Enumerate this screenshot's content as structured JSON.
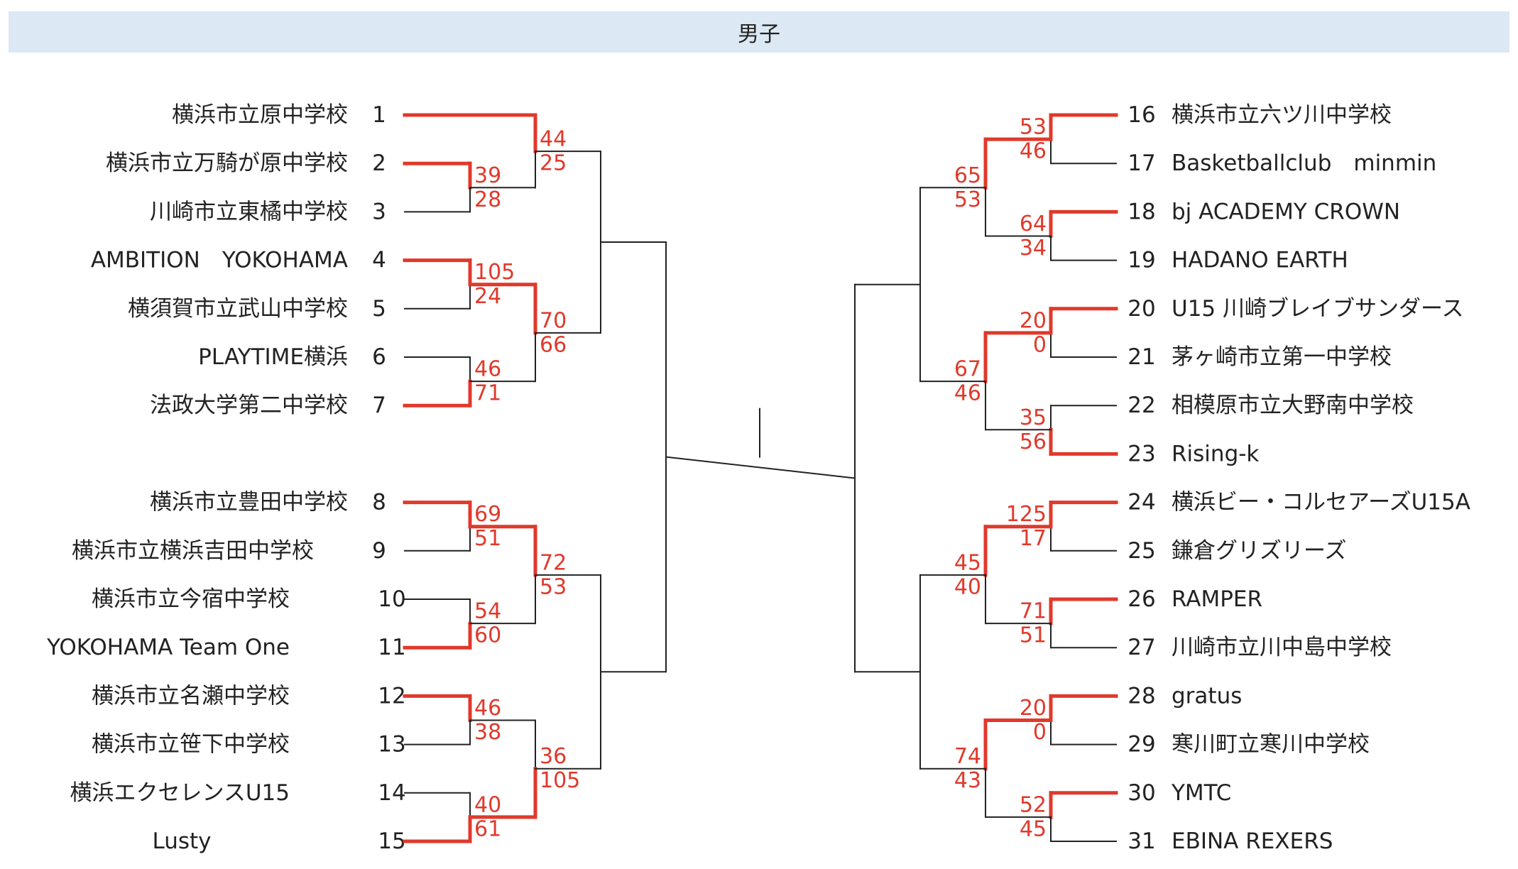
{
  "title": "男子",
  "colors": {
    "win": "#e0392b",
    "loss": "#222222",
    "header_bg": "#dce9f5"
  },
  "left": {
    "teams": [
      {
        "seed": "1",
        "name": "横浜市立原中学校"
      },
      {
        "seed": "2",
        "name": "横浜市立万騎が原中学校"
      },
      {
        "seed": "3",
        "name": "川崎市立東橘中学校"
      },
      {
        "seed": "4",
        "name": "AMBITION　YOKOHAMA"
      },
      {
        "seed": "5",
        "name": "横須賀市立武山中学校"
      },
      {
        "seed": "6",
        "name": "PLAYTIME横浜"
      },
      {
        "seed": "7",
        "name": "法政大学第二中学校"
      },
      {
        "seed": "8",
        "name": "横浜市立豊田中学校"
      },
      {
        "seed": "9",
        "name": "横浜市立横浜吉田中学校"
      },
      {
        "seed": "10",
        "name": "横浜市立今宿中学校"
      },
      {
        "seed": "11",
        "name": "YOKOHAMA Team One"
      },
      {
        "seed": "12",
        "name": "横浜市立名瀬中学校"
      },
      {
        "seed": "13",
        "name": "横浜市立笹下中学校"
      },
      {
        "seed": "14",
        "name": "横浜エクセレンスU15"
      },
      {
        "seed": "15",
        "name": "Lusty"
      }
    ]
  },
  "right": {
    "teams": [
      {
        "seed": "16",
        "name": "横浜市立六ツ川中学校"
      },
      {
        "seed": "17",
        "name": "Basketballclub　minmin"
      },
      {
        "seed": "18",
        "name": "bj ACADEMY CROWN"
      },
      {
        "seed": "19",
        "name": "HADANO EARTH"
      },
      {
        "seed": "20",
        "name": "U15 川崎ブレイブサンダース"
      },
      {
        "seed": "21",
        "name": "茅ヶ崎市立第一中学校"
      },
      {
        "seed": "22",
        "name": "相模原市立大野南中学校"
      },
      {
        "seed": "23",
        "name": "Rising-k"
      },
      {
        "seed": "24",
        "name": "横浜ビー・コルセアーズU15A"
      },
      {
        "seed": "25",
        "name": "鎌倉グリズリーズ"
      },
      {
        "seed": "26",
        "name": "RAMPER"
      },
      {
        "seed": "27",
        "name": "川崎市立川中島中学校"
      },
      {
        "seed": "28",
        "name": "gratus"
      },
      {
        "seed": "29",
        "name": "寒川町立寒川中学校"
      },
      {
        "seed": "30",
        "name": "YMTC"
      },
      {
        "seed": "31",
        "name": "EBINA REXERS"
      }
    ]
  },
  "matches": [
    {
      "id": "L1",
      "top": "39",
      "bottom": "28"
    },
    {
      "id": "L2",
      "top": "105",
      "bottom": "24"
    },
    {
      "id": "L3",
      "top": "46",
      "bottom": "71"
    },
    {
      "id": "L4",
      "top": "44",
      "bottom": "25"
    },
    {
      "id": "L5",
      "top": "70",
      "bottom": "66"
    },
    {
      "id": "L6",
      "top": "69",
      "bottom": "51"
    },
    {
      "id": "L7",
      "top": "54",
      "bottom": "60"
    },
    {
      "id": "L8",
      "top": "46",
      "bottom": "38"
    },
    {
      "id": "L9",
      "top": "40",
      "bottom": "61"
    },
    {
      "id": "L10",
      "top": "72",
      "bottom": "53"
    },
    {
      "id": "L11",
      "top": "36",
      "bottom": "105"
    },
    {
      "id": "R1",
      "top": "53",
      "bottom": "46"
    },
    {
      "id": "R2",
      "top": "64",
      "bottom": "34"
    },
    {
      "id": "R3",
      "top": "20",
      "bottom": "0"
    },
    {
      "id": "R4",
      "top": "35",
      "bottom": "56"
    },
    {
      "id": "R5",
      "top": "65",
      "bottom": "53"
    },
    {
      "id": "R6",
      "top": "67",
      "bottom": "46"
    },
    {
      "id": "R7",
      "top": "125",
      "bottom": "17"
    },
    {
      "id": "R8",
      "top": "71",
      "bottom": "51"
    },
    {
      "id": "R9",
      "top": "20",
      "bottom": "0"
    },
    {
      "id": "R10",
      "top": "52",
      "bottom": "45"
    },
    {
      "id": "R11",
      "top": "45",
      "bottom": "40"
    },
    {
      "id": "R12",
      "top": "74",
      "bottom": "43"
    }
  ]
}
